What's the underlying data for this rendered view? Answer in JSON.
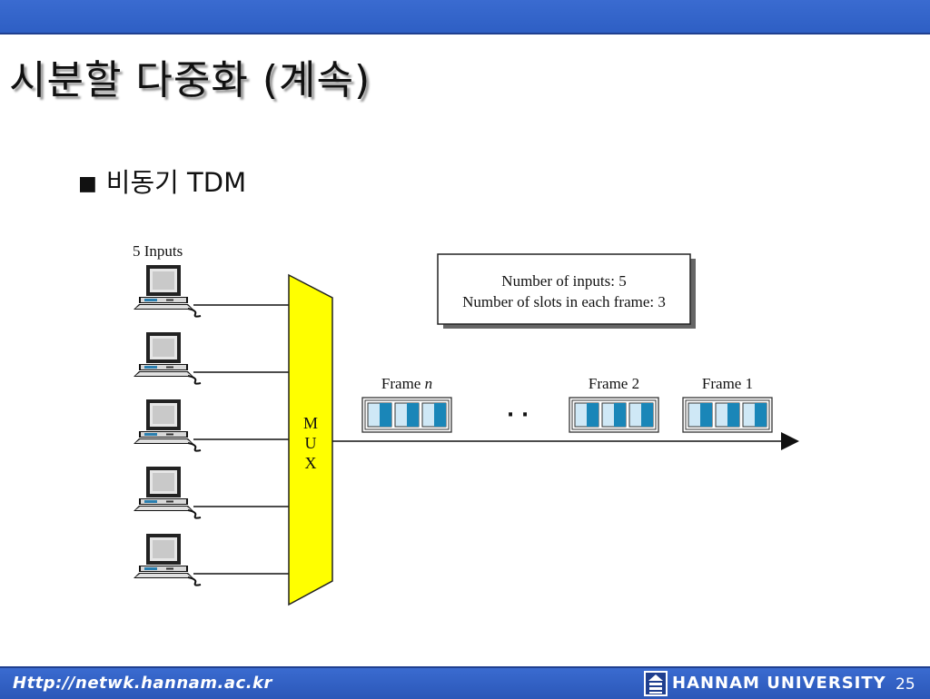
{
  "slide": {
    "title": "시분할 다중화 (계속)",
    "bullet_mark": "■",
    "bullet_text": "비동기 TDM"
  },
  "diagram": {
    "inputs_label": "5 Inputs",
    "input_count": 5,
    "mux_letters": [
      "M",
      "U",
      "X"
    ],
    "info_lines": [
      "Number of inputs: 5",
      "Number of slots in each frame: 3"
    ],
    "frames": [
      {
        "prefix": "Frame ",
        "suffix": "n",
        "slots": 3
      },
      {
        "prefix": "Frame ",
        "suffix": "2",
        "slots": 3
      },
      {
        "prefix": "Frame ",
        "suffix": "1",
        "slots": 3
      }
    ],
    "ellipsis": "· ·",
    "colors": {
      "mux_fill": "#ffff00",
      "slot_dark": "#1a86b8",
      "slot_light": "#cfe8f6"
    }
  },
  "footer": {
    "url": "Http://netwk.hannam.ac.kr",
    "university": "HANNAM  UNIVERSITY",
    "page_number": "25",
    "logo_icon": "hannam-university-logo-icon"
  }
}
